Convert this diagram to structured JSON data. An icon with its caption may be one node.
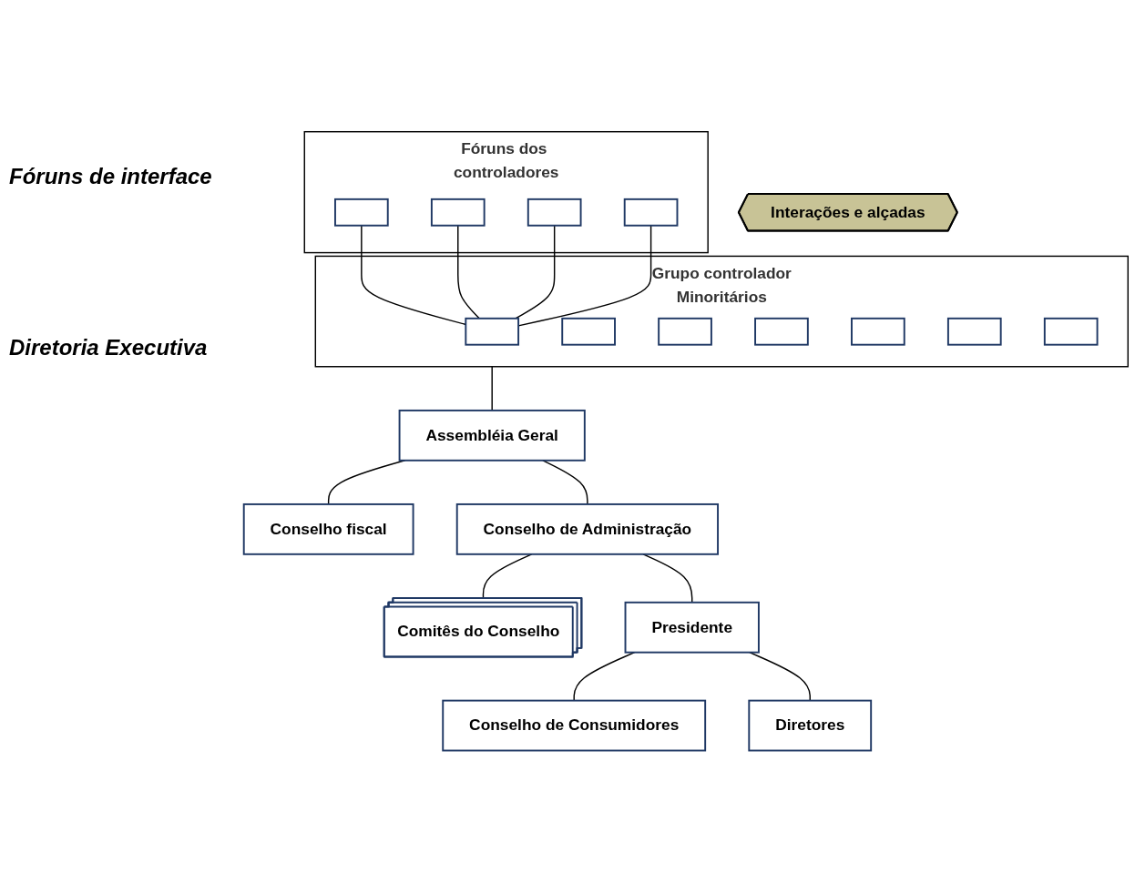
{
  "diagram": {
    "nodes": [
      {
        "text": [
          "Fóruns dos controladores"
        ]
      },
      {
        "text": [],
        "shape": "box",
        "in": 0
      },
      {
        "text": [],
        "shape": "box",
        "in": 0
      },
      {
        "text": [],
        "shape": "box",
        "in": 0
      },
      {
        "text": [],
        "shape": "box",
        "in": 0
      },
      {
        "text": [
          "Grupo controlador",
          "Minoritários"
        ]
      },
      {
        "text": [],
        "shape": "box",
        "in": 5
      },
      {
        "text": [],
        "shape": "box",
        "in": 5
      },
      {
        "text": [],
        "shape": "box",
        "in": 5
      },
      {
        "text": [],
        "shape": "box",
        "in": 5
      },
      {
        "text": [],
        "shape": "box",
        "in": 5
      },
      {
        "text": [],
        "shape": "box",
        "in": 5
      },
      {
        "text": [],
        "shape": "box",
        "in": 5
      },
      {
        "text": [
          "Assembléia Geral"
        ]
      },
      {
        "text": [
          "Conselho fiscal"
        ]
      },
      {
        "text": [
          "Conselho de Administração"
        ]
      },
      {
        "text": [
          "Comitês do Conselho"
        ]
      },
      {
        "text": [
          "Presidente"
        ]
      },
      {
        "text": [
          "Conselho de Consumidores"
        ]
      },
      {
        "text": [
          "Diretores"
        ]
      },
      {
        "text": [
          "Interações e alçadas"
        ]
      }
    ],
    "edges": [
      {
        "from": 1,
        "to": 6,
        "arrow": "none"
      },
      {
        "from": 2,
        "to": 6,
        "arrow": "none"
      },
      {
        "from": 3,
        "to": 6,
        "arrow": "none"
      },
      {
        "from": 4,
        "to": 6,
        "arrow": "none"
      },
      {
        "from": 5,
        "to": 13,
        "arrow": "none"
      },
      {
        "from": 13,
        "to": 14,
        "arrow": "none"
      },
      {
        "from": 13,
        "to": 15,
        "arrow": "none"
      },
      {
        "from": 15,
        "to": 16,
        "arrow": "none"
      },
      {
        "from": 15,
        "to": 17,
        "arrow": "none"
      },
      {
        "from": 17,
        "to": 18,
        "arrow": "none"
      },
      {
        "from": 17,
        "to": 19,
        "arrow": "none"
      }
    ],
    "labels": [
      "Fóruns de interface",
      "Diretoria Executiva"
    ]
  }
}
